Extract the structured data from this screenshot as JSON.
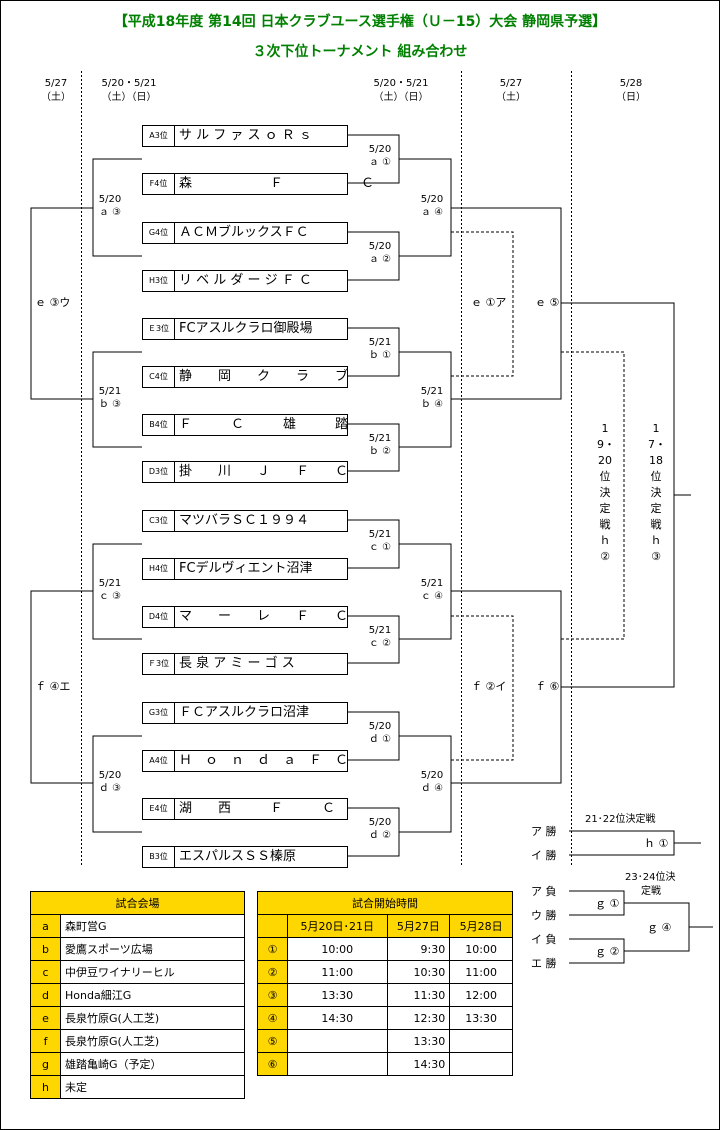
{
  "title_line1": "【平成18年度 第14回 日本クラブユース選手権（Ｕ－15）大会 静岡県予選】",
  "title_line2": "３次下位トーナメント 組み合わせ",
  "headers": [
    {
      "date": "5/27",
      "dow": "（土）"
    },
    {
      "date": "5/20・5/21",
      "dow": "（土）（日）"
    },
    {
      "date": "5/20・5/21",
      "dow": "（土）（日）"
    },
    {
      "date": "5/27",
      "dow": "（土）"
    },
    {
      "date": "5/28",
      "dow": "（日）"
    }
  ],
  "teams": [
    {
      "seed": "A3位",
      "name": "サ ル フ ァ ス ｏ Ｒ ｓ"
    },
    {
      "seed": "F4位",
      "name": "森　　　　　　Ｆ　　　　　　Ｃ"
    },
    {
      "seed": "G4位",
      "name": "ＡＣＭブルックスＦＣ"
    },
    {
      "seed": "H3位",
      "name": "リ ベ ル ダ ー ジ Ｆ Ｃ"
    },
    {
      "seed": "Ｅ3位",
      "name": "FCアスルクラロ御殿場"
    },
    {
      "seed": "C4位",
      "name": "静　　岡　　ク　　ラ　　ブ"
    },
    {
      "seed": "B4位",
      "name": "Ｆ　　　Ｃ　　　雄　　　踏"
    },
    {
      "seed": "D3位",
      "name": "掛　　川　　Ｊ　　Ｆ　　Ｃ"
    },
    {
      "seed": "C3位",
      "name": "マツバラＳＣ１９９４"
    },
    {
      "seed": "H4位",
      "name": "FCデルヴィエント沼津"
    },
    {
      "seed": "D4位",
      "name": "マ　　ー　　レ　　Ｆ　　Ｃ"
    },
    {
      "seed": "Ｆ3位",
      "name": "長 泉 ア ミ ー ゴ ス"
    },
    {
      "seed": "G3位",
      "name": "ＦＣアスルクラロ沼津"
    },
    {
      "seed": "A4位",
      "name": "Ｈ　ｏ　ｎ　ｄ　ａ　Ｆ　Ｃ"
    },
    {
      "seed": "E4位",
      "name": "湖　　西　　　Ｆ　　　Ｃ"
    },
    {
      "seed": "B3位",
      "name": "エスパルスＳＳ榛原"
    }
  ],
  "r1_matches": [
    {
      "date": "5/20",
      "code": "ａ ①"
    },
    {
      "date": "5/20",
      "code": "ａ ②"
    },
    {
      "date": "5/21",
      "code": "ｂ ①"
    },
    {
      "date": "5/21",
      "code": "ｂ ②"
    },
    {
      "date": "5/21",
      "code": "ｃ ①"
    },
    {
      "date": "5/21",
      "code": "ｃ ②"
    },
    {
      "date": "5/20",
      "code": "ｄ ①"
    },
    {
      "date": "5/20",
      "code": "ｄ ②"
    }
  ],
  "r2_left": [
    {
      "date": "5/20",
      "code": "ａ ③"
    },
    {
      "date": "5/21",
      "code": "ｂ ③"
    },
    {
      "date": "5/21",
      "code": "ｃ ③"
    },
    {
      "date": "5/20",
      "code": "ｄ ③"
    }
  ],
  "r2_right": [
    {
      "date": "5/20",
      "code": "ａ ④"
    },
    {
      "date": "5/21",
      "code": "ｂ ④"
    },
    {
      "date": "5/21",
      "code": "ｃ ④"
    },
    {
      "date": "5/20",
      "code": "ｄ ④"
    }
  ],
  "r3_left": [
    "ｅ ③ウ",
    "ｆ ④エ"
  ],
  "r3_mid": [
    "ｅ ①ア",
    "ｆ ②イ"
  ],
  "r3_right": [
    "ｅ ⑤",
    "ｆ ⑥"
  ],
  "final_19_20": "19・20位決定戦ｈ②",
  "final_17_18": "17・18位決定戦ｈ③",
  "playoff_21_22": {
    "title": "21･22位決定戦",
    "entries": [
      "ア 勝",
      "イ 勝"
    ],
    "code": "ｈ ①"
  },
  "playoff_23_24": {
    "title_a": "23･24位決",
    "title_b": "定戦",
    "entries": [
      "ア 負",
      "ウ 勝",
      "イ 負",
      "エ 勝"
    ],
    "codes": [
      "ｇ ①",
      "ｇ ②",
      "ｇ ④"
    ]
  },
  "venues": {
    "header": "試合会場",
    "rows": [
      {
        "code": "a",
        "name": "森町営G"
      },
      {
        "code": "b",
        "name": "愛鷹スポーツ広場"
      },
      {
        "code": "c",
        "name": "中伊豆ワイナリーヒル"
      },
      {
        "code": "d",
        "name": "Honda細江G"
      },
      {
        "code": "e",
        "name": "長泉竹原G(人工芝)"
      },
      {
        "code": "f",
        "name": "長泉竹原G(人工芝)"
      },
      {
        "code": "g",
        "name": "雄踏亀崎G（予定）"
      },
      {
        "code": "h",
        "name": "未定"
      }
    ]
  },
  "times": {
    "header": "試合開始時間",
    "cols": [
      "5月20日･21日",
      "5月27日",
      "5月28日"
    ],
    "rows": [
      {
        "no": "①",
        "v": [
          "10:00",
          "9:30",
          "10:00"
        ]
      },
      {
        "no": "②",
        "v": [
          "11:00",
          "10:30",
          "11:00"
        ]
      },
      {
        "no": "③",
        "v": [
          "13:30",
          "11:30",
          "12:00"
        ]
      },
      {
        "no": "④",
        "v": [
          "14:30",
          "12:30",
          "13:30"
        ]
      },
      {
        "no": "⑤",
        "v": [
          "",
          "13:30",
          ""
        ]
      },
      {
        "no": "⑥",
        "v": [
          "",
          "14:30",
          ""
        ]
      }
    ]
  }
}
